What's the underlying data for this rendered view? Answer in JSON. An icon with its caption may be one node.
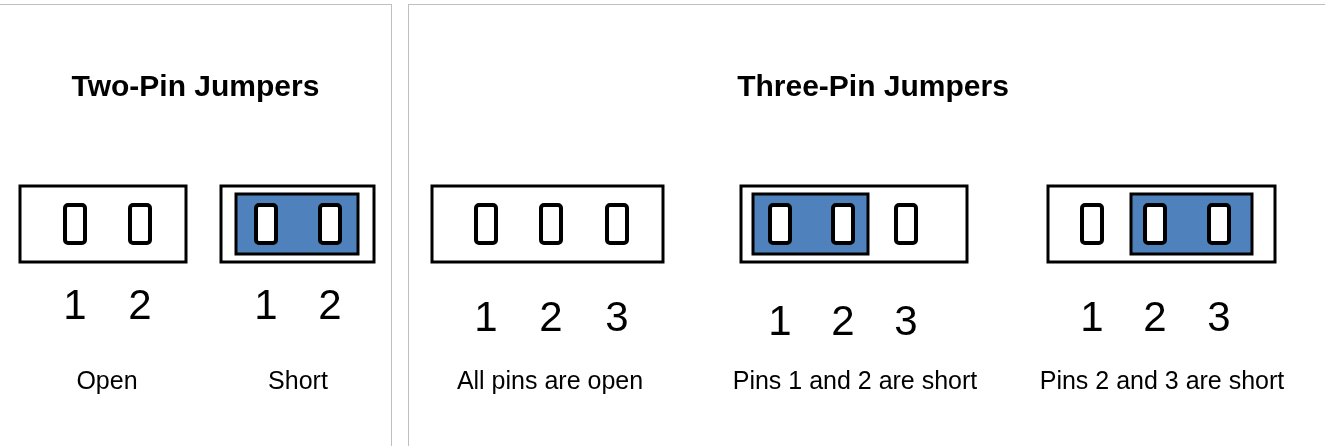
{
  "diagram": {
    "nodes": [
      {
        "text": [
          "Two-Pin Jumpers"
        ]
      },
      {
        "text": [
          "Three-Pin Jumpers"
        ]
      }
    ],
    "labels": [
      "1",
      "2",
      "1",
      "2",
      "1",
      "2",
      "3",
      "1",
      "2",
      "3",
      "1",
      "2",
      "3",
      "Open",
      "Short",
      "All pins are open",
      "Pins 1 and 2 are short",
      "Pins 2 and 3 are short"
    ]
  }
}
